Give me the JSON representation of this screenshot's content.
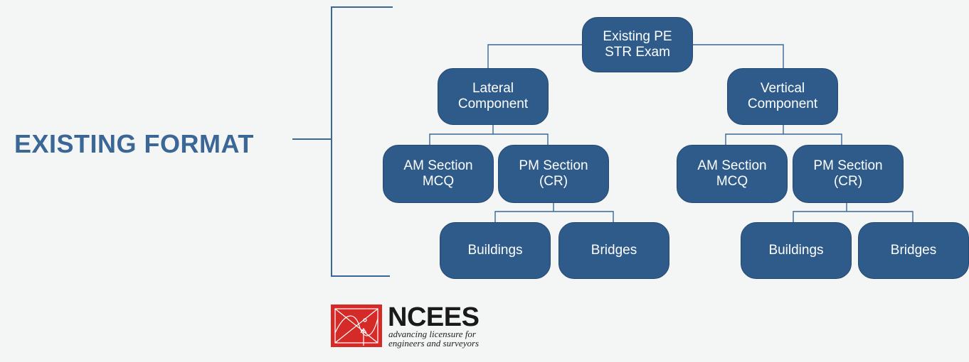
{
  "heading": "EXISTING FORMAT",
  "nodes": {
    "root": "Existing PE\nSTR Exam",
    "lateral": "Lateral\nComponent",
    "vertical": "Vertical\nComponent",
    "lateral_am": "AM Section\nMCQ",
    "lateral_pm": "PM Section\n(CR)",
    "vertical_am": "AM Section\nMCQ",
    "vertical_pm": "PM Section\n(CR)",
    "lateral_buildings": "Buildings",
    "lateral_bridges": "Bridges",
    "vertical_buildings": "Buildings",
    "vertical_bridges": "Bridges"
  },
  "logo": {
    "name": "NCEES",
    "tagline": "advancing licensure for\nengineers and surveyors"
  },
  "colors": {
    "node_fill": "#2e5b8a",
    "heading": "#3a6796",
    "connector": "#3a6796",
    "logo_red": "#d42b29"
  }
}
